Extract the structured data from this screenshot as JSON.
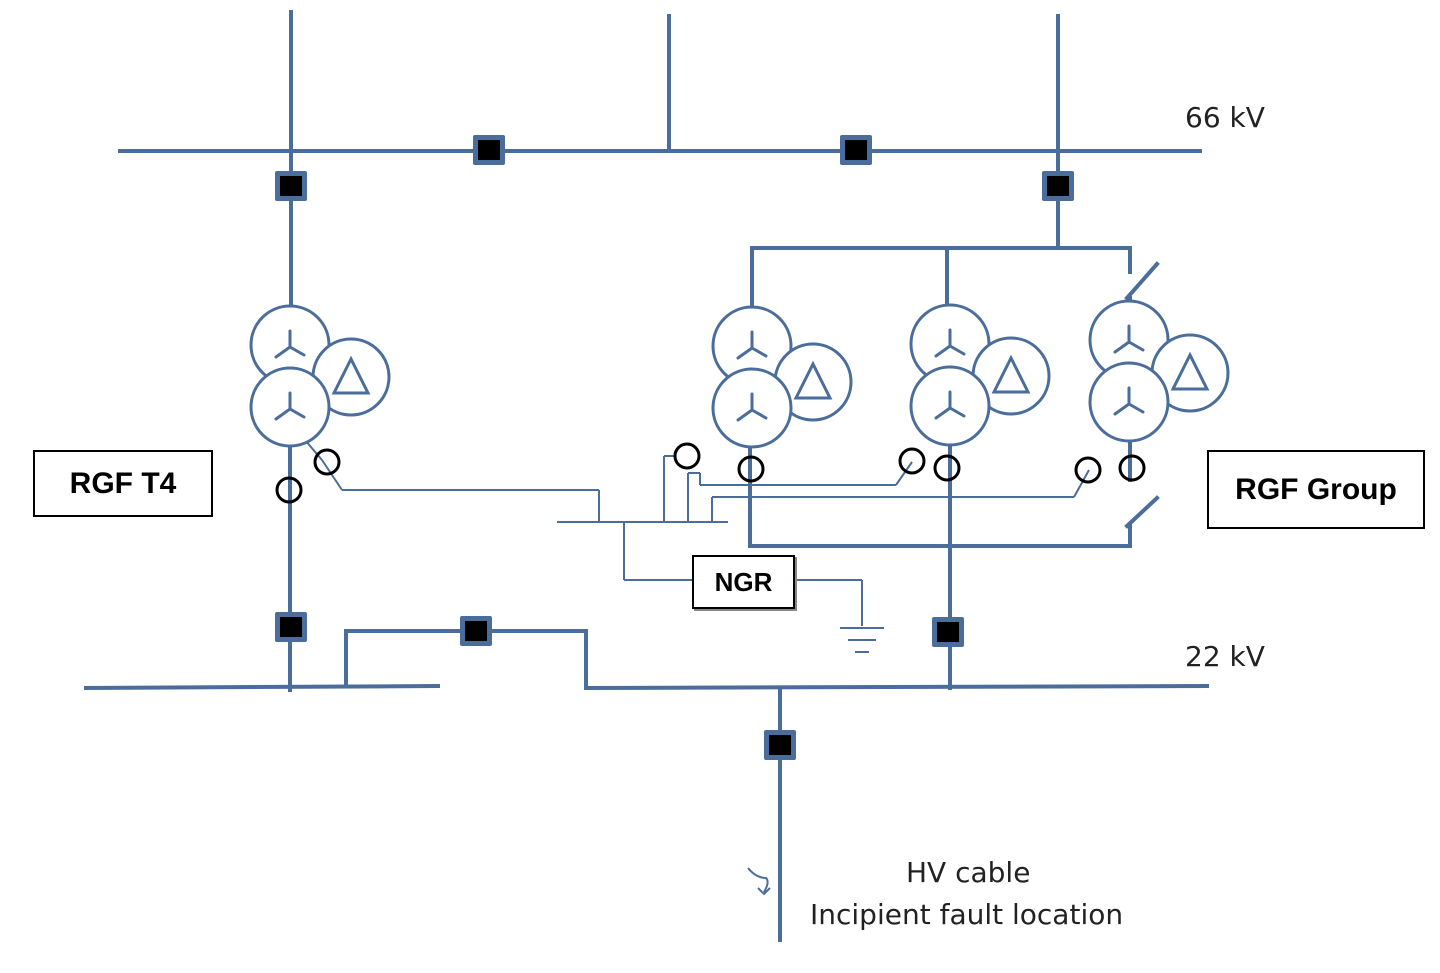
{
  "bus_labels": {
    "hv": "66 kV",
    "lv": "22 kV"
  },
  "boxes": {
    "rgf_t4": "RGF T4",
    "rgf_group": "RGF Group",
    "ngr": "NGR"
  },
  "annotation": {
    "line1": "HV cable",
    "line2": "Incipient fault location"
  },
  "symbols": {
    "winding_primary": "wye-symbol",
    "winding_tertiary": "delta-symbol",
    "breaker": "circuit-breaker-icon",
    "ct": "current-transformer-icon",
    "earth": "earth-ground-icon"
  },
  "colors": {
    "line": "#4a6d9c",
    "breaker": "#000000",
    "ct": "#000000"
  }
}
